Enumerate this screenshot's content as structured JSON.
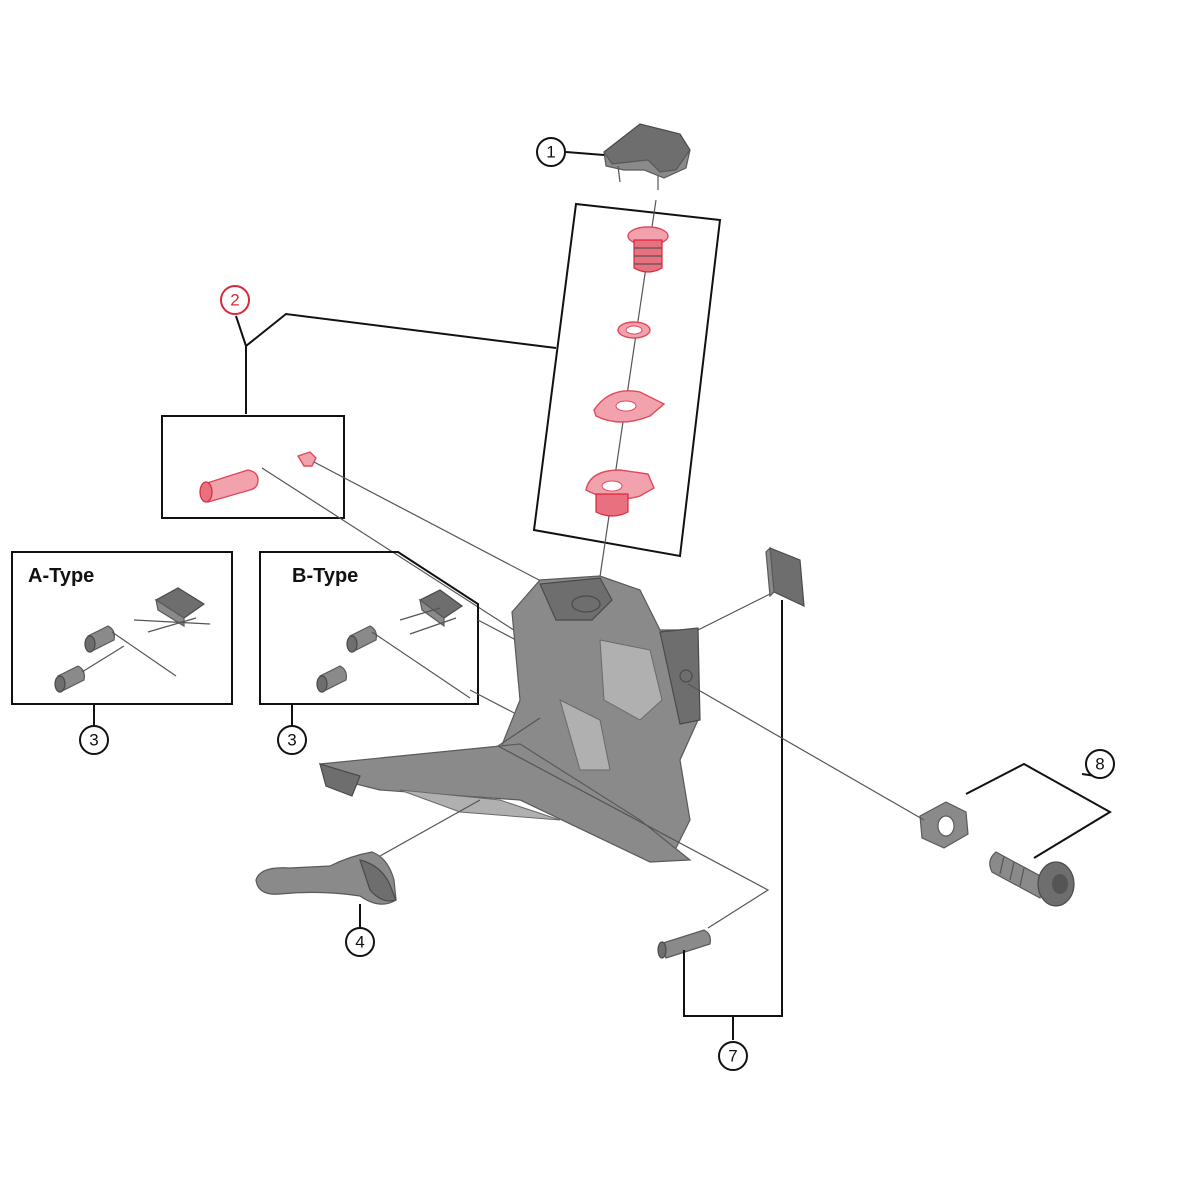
{
  "callouts": {
    "c1": "1",
    "c2": "2",
    "c3a": "3",
    "c3b": "3",
    "c4": "4",
    "c7": "7",
    "c8": "8"
  },
  "type_labels": {
    "a_type": "A-Type",
    "b_type": "B-Type"
  },
  "colors": {
    "highlight_parts": "#f2a2ad",
    "highlight_stroke": "#d8283b",
    "parts": "#8a8a8a",
    "lines": "#111111"
  }
}
